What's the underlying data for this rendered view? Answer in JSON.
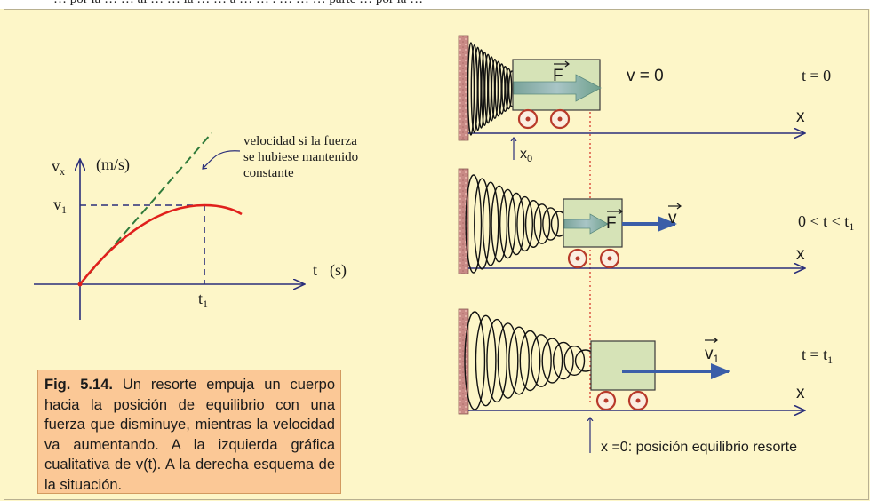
{
  "top_strip_text": "… por la … … al … … la … … a … … . … … … parte … por la …",
  "graph": {
    "y_axis_label": "v",
    "y_axis_sub": "x",
    "y_unit": "(m/s)",
    "x_axis_label": "t",
    "x_unit": "(s)",
    "v1_label": "v",
    "v1_sub": "1",
    "t1_label": "t",
    "t1_sub": "1",
    "annotation_line1": "velocidad si la fuerza",
    "annotation_line2": "se hubiese mantenido",
    "annotation_line3": "constante"
  },
  "caption": {
    "fig_label": "Fig. 5.14.",
    "text": " Un resorte empuja un cuerpo hacia la posición de equilibrio con una fuerza que disminuye, mientras la velocidad va aumentando. A la izquierda gráfica cualitativa de v(t). A la derecha esquema de la situación."
  },
  "scenes": {
    "row1": {
      "v_label": "v = 0",
      "time_label": "t = 0",
      "axis_label": "x",
      "force_label": "F",
      "x0_label": "x",
      "x0_sub": "0"
    },
    "row2": {
      "time_label": "0 < t < t",
      "time_sub": "1",
      "axis_label": "x",
      "force_label": "F",
      "velocity_label": "v"
    },
    "row3": {
      "time_label": "t = t",
      "time_sub": "1",
      "axis_label": "x",
      "velocity_label": "v",
      "velocity_sub": "1"
    },
    "equilibrium_label": "x =0: posición equilibrio resorte"
  },
  "colors": {
    "background": "#fdf6c8",
    "caption_bg": "#fbc896",
    "axis": "#2b2f7a",
    "curve": "#e0201c",
    "dashed_tangent": "#2f7a3a",
    "cart_fill": "#d6e3b7",
    "arrow_blue": "#3b5ea8",
    "wall": "#c98a86"
  }
}
